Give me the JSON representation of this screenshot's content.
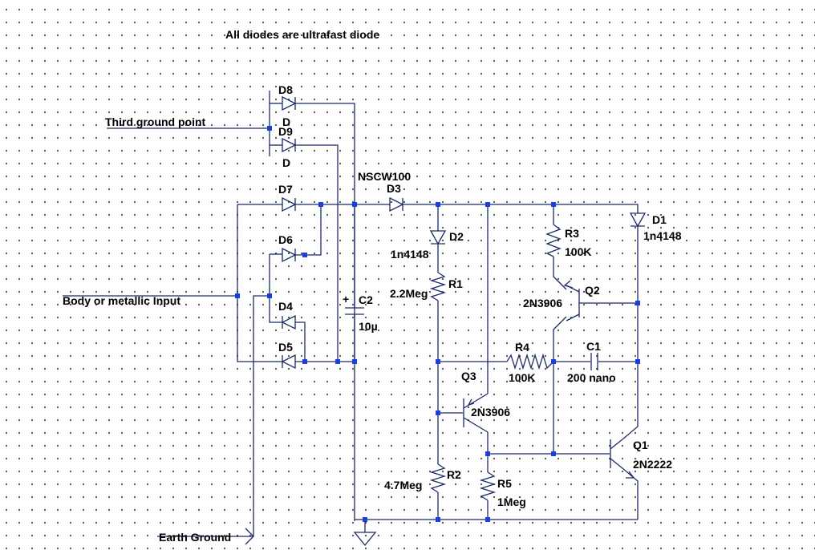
{
  "note": "All diodes are ultrafast diode",
  "nets": {
    "third_ground": "Third ground point",
    "body_input": "Body or metallic Input",
    "earth_ground": "Earth Ground"
  },
  "components": {
    "D8": {
      "name": "D8",
      "value": "D"
    },
    "D9": {
      "name": "D9",
      "value": "D"
    },
    "D7": {
      "name": "D7"
    },
    "D6": {
      "name": "D6"
    },
    "D4": {
      "name": "D4"
    },
    "D5": {
      "name": "D5"
    },
    "D3": {
      "name": "D3",
      "value": "NSCW100"
    },
    "D2": {
      "name": "D2",
      "value": "1n4148"
    },
    "D1": {
      "name": "D1",
      "value": "1n4148"
    },
    "C2": {
      "name": "C2",
      "value": "10µ",
      "polarity": "+"
    },
    "C1": {
      "name": "C1",
      "value": "200 nano"
    },
    "R1": {
      "name": "R1",
      "value": "2.2Meg"
    },
    "R2": {
      "name": "R2",
      "value": "4.7Meg"
    },
    "R3": {
      "name": "R3",
      "value": "100K"
    },
    "R4": {
      "name": "R4",
      "value": "100K"
    },
    "R5": {
      "name": "R5",
      "value": "1Meg"
    },
    "Q1": {
      "name": "Q1",
      "value": "2N2222"
    },
    "Q2": {
      "name": "Q2",
      "value": "2N3906"
    },
    "Q3": {
      "name": "Q3",
      "value": "2N3906"
    }
  }
}
